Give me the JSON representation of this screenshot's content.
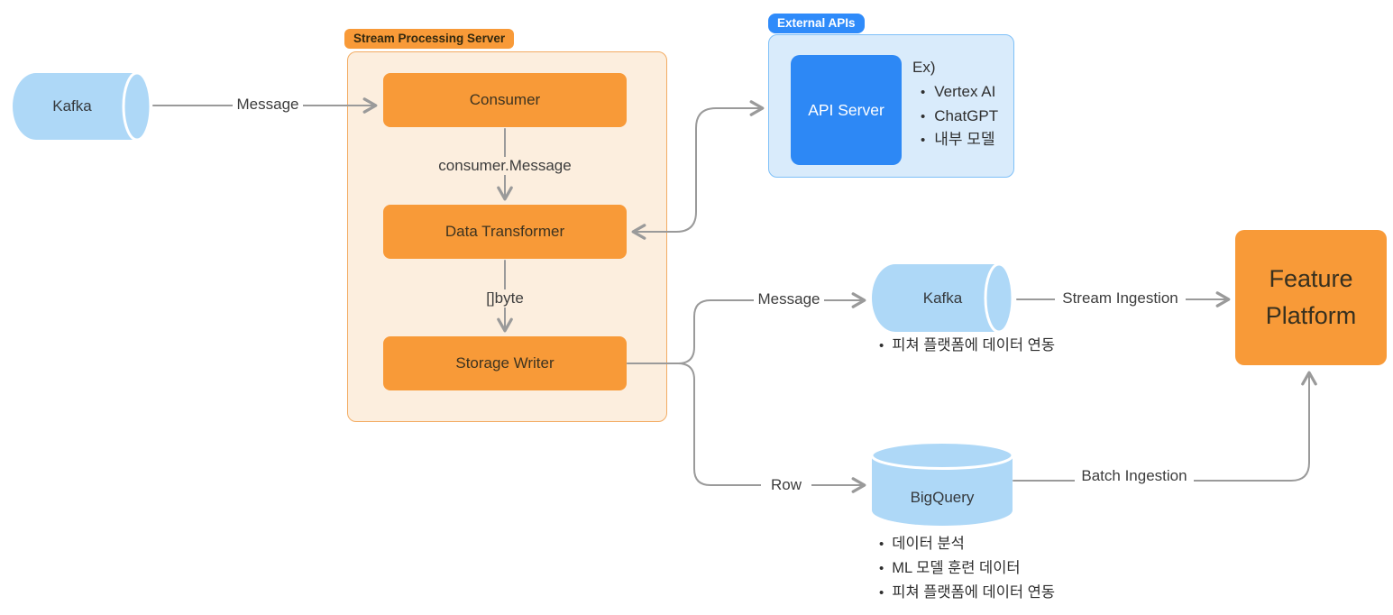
{
  "stream_server": {
    "badge": "Stream Processing Server",
    "nodes": {
      "consumer": "Consumer",
      "data_transformer": "Data Transformer",
      "storage_writer": "Storage Writer"
    },
    "edge_labels": {
      "consumer_to_transformer": "consumer.Message",
      "transformer_to_writer": "[]byte"
    }
  },
  "external_apis": {
    "badge": "External APIs",
    "api_server": "API Server",
    "examples_title": "Ex)",
    "examples": [
      "Vertex AI",
      "ChatGPT",
      "내부 모델"
    ]
  },
  "kafka_source": {
    "label": "Kafka"
  },
  "kafka_sink": {
    "label": "Kafka",
    "notes": [
      "피쳐 플랫폼에 데이터 연동"
    ]
  },
  "bigquery": {
    "label": "BigQuery",
    "notes": [
      "데이터 분석",
      "ML 모델 훈련 데이터",
      "피쳐 플랫폼에 데이터 연동"
    ]
  },
  "feature_platform": {
    "label": "Feature Platform"
  },
  "edges": {
    "kafka_to_consumer": "Message",
    "writer_to_kafka": "Message",
    "writer_to_bigquery": "Row",
    "kafka_to_platform": "Stream Ingestion",
    "bigquery_to_platform": "Batch Ingestion"
  },
  "colors": {
    "node_orange": "#F89A38",
    "container_orange_fill": "#FCEEDE",
    "container_orange_border": "#F3AC63",
    "node_blue": "#2D88F5",
    "container_blue_fill": "#D9EBFB",
    "container_blue_border": "#7EC0F8",
    "badge_blue": "#2F8BFA",
    "cylinder_blue": "#AED8F7",
    "line_gray": "#9A9A9A"
  }
}
